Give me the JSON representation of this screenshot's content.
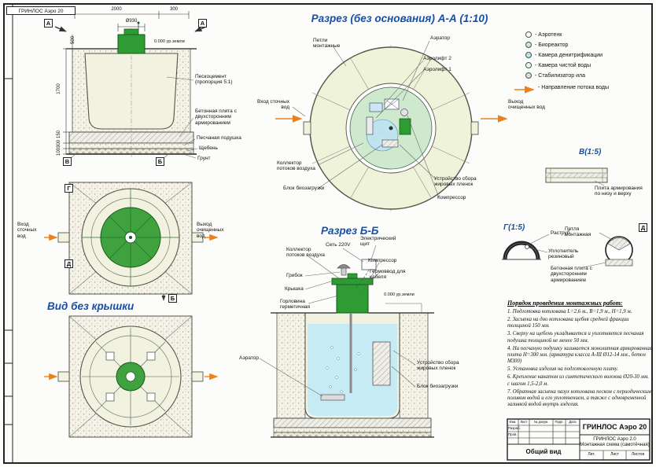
{
  "colors": {
    "title_blue": "#1550a8",
    "lid_green": "#2e9b33",
    "tank_cream": "#f1f3e0",
    "water_blue": "#c6ebf4",
    "flow_orange": "#e8821e"
  },
  "sheet": {
    "corner_stamp": "ГРИНЛОС Аэро 20"
  },
  "markers": {
    "a": "А",
    "b": "Б",
    "v": "В",
    "g": "Г",
    "d": "Д"
  },
  "elevation": {
    "dim_2000": "2000",
    "dim_300": "300",
    "dim_d930": "Ø930",
    "ground_level": "0.000 ур.земли",
    "dim_500": "500",
    "dim_1700": "1700",
    "dim_150": "150",
    "dim_300b": "300",
    "dim_100": "100",
    "lbl_peskocement": "Пескоцемент (пропорция 5:1)",
    "lbl_plate": "Бетонная плита с двухсторонним армированием",
    "lbl_sand": "Песчаная подушка",
    "lbl_gravel": "Щебень",
    "lbl_soil": "Грунт"
  },
  "plan": {
    "title": "Вид без крышки",
    "inlet": "Вход сточных вод",
    "outlet": "Выход очищенных вод"
  },
  "section_aa": {
    "title": "Разрез (без основания) А-А (1:10)",
    "petli": "Петли монтажные",
    "aerator": "Аэратор",
    "aerolift2": "Аэролифт 2",
    "aerolift1": "Аэролифт 1",
    "inlet": "Вход сточных вод",
    "outlet": "Выход очищенных вод",
    "kollektor": "Коллектор потоков воздуха",
    "bioblock": "Блок биозагрузки",
    "grease": "Устройство сбора жировых пленок",
    "compressor": "Компрессор"
  },
  "legend": {
    "items": [
      {
        "label": "- Аэротенк"
      },
      {
        "label": "- Биореактор"
      },
      {
        "label": "- Камера денитрификации"
      },
      {
        "label": "- Камера чистой воды"
      },
      {
        "label": "- Стабилизатор ила"
      }
    ],
    "flow": "- Направление потока воды"
  },
  "detail_v": {
    "title": "В(1:5)",
    "label": "Плита армирования по низу и верху"
  },
  "section_bb": {
    "title": "Разрез Б-Б",
    "kollektor": "Коллектор потоков воздуха",
    "net220": "Сеть 220V",
    "panel": "Электрический щит",
    "compressor": "Компрессор",
    "gribok": "Грибок",
    "germovvod": "Гермоввод для кабеля",
    "kryshka": "Крышка",
    "gorlovina": "Горловина герметичная",
    "ground_level": "0.000 ур.земли",
    "aerator": "Аэратор",
    "grease": "Устройство сбора жировых пленок",
    "bioblock": "Блок биозагрузки"
  },
  "detail_g": {
    "title": "Г(1:5)",
    "rastrub": "Раструб",
    "uplotnitel": "Уплотнитель резиновый"
  },
  "detail_d": {
    "title": "Д",
    "petlya": "Петля монтажная",
    "plita": "Бетонная плита с двухсторонним армированием"
  },
  "notes": {
    "title": "Порядок проведения монтажных работ:",
    "items": [
      "1. Подготовка котлована L=2,6 м., В=1,9 м., Н=1,9 м.",
      "2. Засыпка на дно котлована щебня средней фракции толщиной 150 мм.",
      "3. Сверху на щебень укладывается и уплотняется песчаная подушка толщиной не менее 50 мм.",
      "4. На песчаную подушку заливается монолитная армированная плита Н=300 мм. (арматура класса А-III Ø12-14 мм., бетон М300)",
      "5. Установка изделия на подготовленную плиту.",
      "6. Крепление канатом из синтетического волокна Ø20-30 мм. с шагом 1,5-2,0 м.",
      "7. Обратная засыпка пазух котлована песком с периодическим поливом водой и его уплотнением, а также с одновременной заливкой водой внутрь изделия."
    ]
  },
  "stamp": {
    "header_cells": [
      "Изм.",
      "Лист",
      "№ докум.",
      "Подп.",
      "Дата"
    ],
    "row1": "Разраб.",
    "row2": "Пров.",
    "product": "ГРИНЛОС Аэро 20",
    "doc1": "ГРИНЛОС Аэро 2.0",
    "doc2": "Монтажная схема (самотёчная)",
    "view": "Общий вид",
    "lit": "Лит.",
    "list": "Лист",
    "listov": "Листов"
  }
}
